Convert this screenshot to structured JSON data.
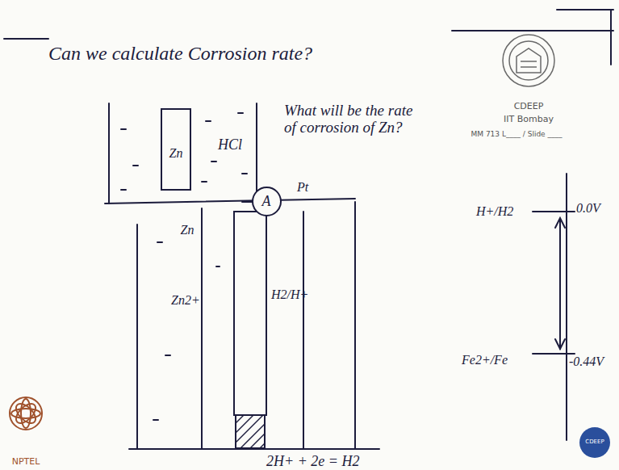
{
  "diagram": {
    "title": "Can we calculate Corrosion rate?",
    "nodes": [
      {
        "text": [
          "A"
        ]
      }
    ],
    "labels": [
      "What will be the rate of corrosion of Zn?",
      "HCl",
      "Zn",
      "Pt",
      "Zn",
      "Zn2+",
      "H2/H+",
      "2H+ + 2e = H2",
      "H+/H2",
      "0.0V",
      "Fe2+/Fe",
      "-0.44V",
      "CDEEP",
      "IIT Bombay",
      "MM 713 L____ / Slide ____",
      "NPTEL",
      "CDEEP"
    ]
  }
}
